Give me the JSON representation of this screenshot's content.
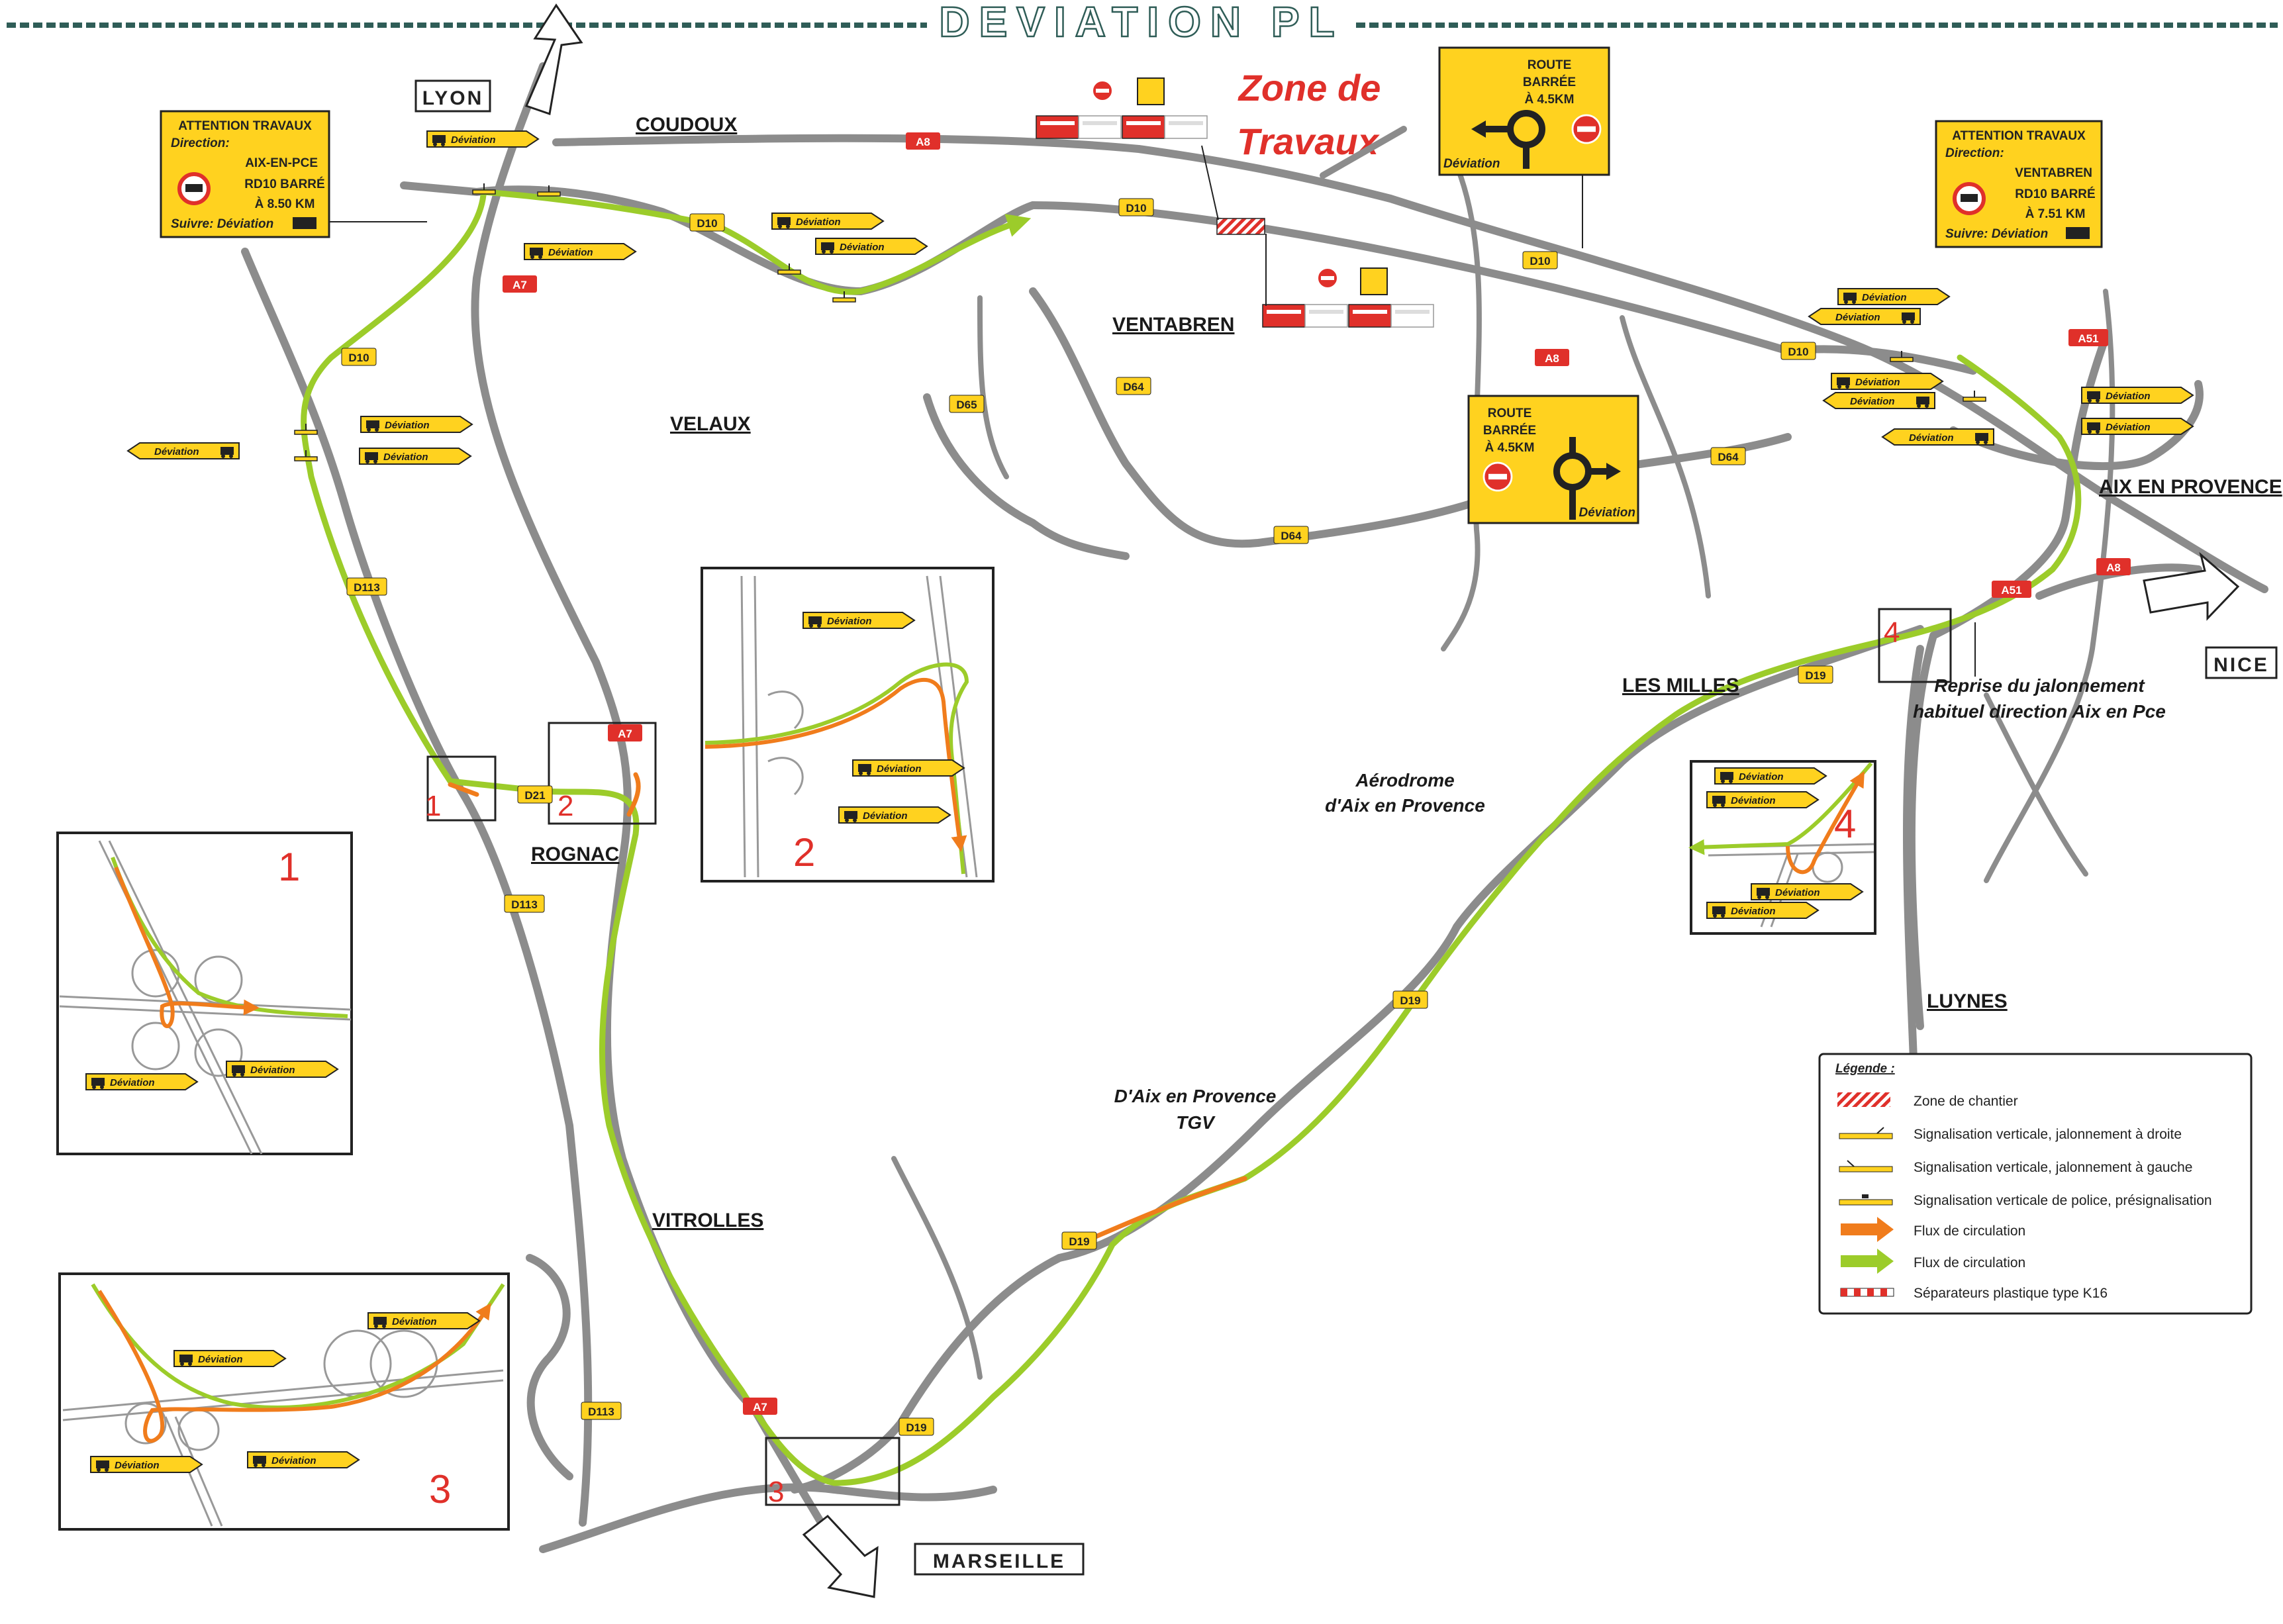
{
  "title": "DEVIATION PL",
  "zone_label": [
    "Zone de",
    "Travaux"
  ],
  "directions": {
    "lyon": "LYON",
    "nice": "NICE",
    "marseille": "MARSEILLE"
  },
  "places": {
    "coudoux": "COUDOUX",
    "ventabren": "VENTABREN",
    "velaux": "VELAUX",
    "rognac": "ROGNAC",
    "vitrolles": "VITROLLES",
    "les_milles": "LES MILLES",
    "aix": "AIX EN PROVENCE",
    "luynes": "LUYNES",
    "aerodrome": [
      "Aérodrome",
      "d'Aix en Provence"
    ],
    "tgv": [
      "D'Aix en Provence",
      "TGV"
    ]
  },
  "reprise_note": [
    "Reprise du jalonnement",
    "habituel direction Aix en Pce"
  ],
  "roads": {
    "a8_1": "A8",
    "a8_2": "A8",
    "a8_3": "A8",
    "a7_1": "A7",
    "a7_2": "A7",
    "a7_3": "A7",
    "a51_1": "A51",
    "a51_2": "A51",
    "d10_1": "D10",
    "d10_2": "D10",
    "d10_3": "D10",
    "d10_4": "D10",
    "d10_5": "D10",
    "d65": "D65",
    "d64_1": "D64",
    "d64_2": "D64",
    "d64_3": "D64",
    "d113_1": "D113",
    "d113_2": "D113",
    "d113_3": "D113",
    "d21": "D21",
    "d19_1": "D19",
    "d19_2": "D19",
    "d19_3": "D19",
    "d19_4": "D19"
  },
  "sign_left": {
    "line1": "ATTENTION TRAVAUX",
    "line2": "Direction:",
    "line3": "AIX-EN-PCE",
    "line4": "RD10 BARRÉ",
    "line5": "À 8.50 KM",
    "line6": "Suivre: Déviation"
  },
  "sign_right": {
    "line1": "ATTENTION TRAVAUX",
    "line2": "Direction:",
    "line3": "VENTABREN",
    "line4": "RD10 BARRÉ",
    "line5": "À 7.51 KM",
    "line6": "Suivre: Déviation"
  },
  "sign_round_top": {
    "l1": "ROUTE",
    "l2": "BARRÉE",
    "l3": "À 4.5KM",
    "dev": "Déviation"
  },
  "sign_round_bottom": {
    "l1": "ROUTE",
    "l2": "BARRÉE",
    "l3": "À 4.5KM",
    "dev": "Déviation"
  },
  "deviation_label": "Déviation",
  "inset_numbers": {
    "one": "1",
    "two": "2",
    "three": "3",
    "four": "4"
  },
  "legend": {
    "title": "Légende :",
    "items": [
      "Zone de chantier",
      "Signalisation verticale, jalonnement à droite",
      "Signalisation verticale, jalonnement à gauche",
      "Signalisation verticale de police, présignalisation",
      "Flux de circulation",
      "Flux de circulation",
      "Séparateurs plastique type K16"
    ]
  },
  "colors": {
    "road": "#8c8c8c",
    "route_green": "#9ccc2a",
    "route_orange": "#f07c1c",
    "sign_yellow": "#ffd21f",
    "badge_red": "#e0302a",
    "title_teal": "#2f5d57"
  }
}
